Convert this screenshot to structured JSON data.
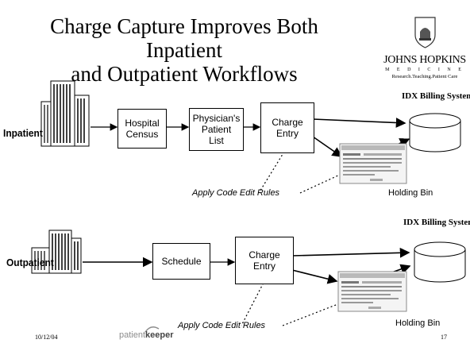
{
  "slide": {
    "title_lines": [
      "Charge Capture Improves Both",
      "Inpatient",
      "and Outpatient Workflows"
    ],
    "logo": {
      "name": "JOHNS HOPKINS",
      "subname": "M E D I C I N E",
      "tagline": "Research.Teaching.Patient Care"
    },
    "inpatient": {
      "label": "Inpatient",
      "boxes": [
        "Hospital\nCensus",
        "Physician's\nPatient\nList",
        "Charge\nEntry"
      ],
      "billing_system": "IDX Billing\nSystem",
      "rules_label": "Apply Code Edit Rules",
      "holding_bin": "Holding Bin"
    },
    "outpatient": {
      "label": "Outpatient",
      "boxes": [
        "Schedule",
        "Charge\nEntry"
      ],
      "billing_system": "IDX Billing\nSystem",
      "rules_label": "Apply Code Edit Rules",
      "holding_bin": "Holding Bin"
    },
    "footer": {
      "date": "10/12/04",
      "brand_prefix": "patient",
      "brand_suffix": "keeper",
      "page": "17"
    }
  }
}
